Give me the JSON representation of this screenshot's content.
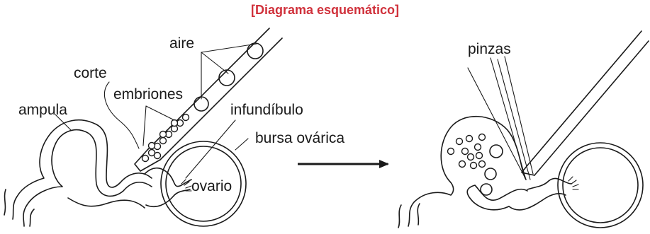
{
  "title": "[Diagrama esquemático]",
  "colors": {
    "title": "#d0313b",
    "line": "#1a1a1a",
    "background": "#ffffff"
  },
  "labels": {
    "aire": "aire",
    "corte": "corte",
    "embriones": "embriones",
    "ampula": "ampula",
    "infundibulo": "infundíbulo",
    "bursa": "bursa ovárica",
    "ovario": "ovario",
    "pinzas": "pinzas"
  },
  "arrow_icon": "right-arrow-icon"
}
